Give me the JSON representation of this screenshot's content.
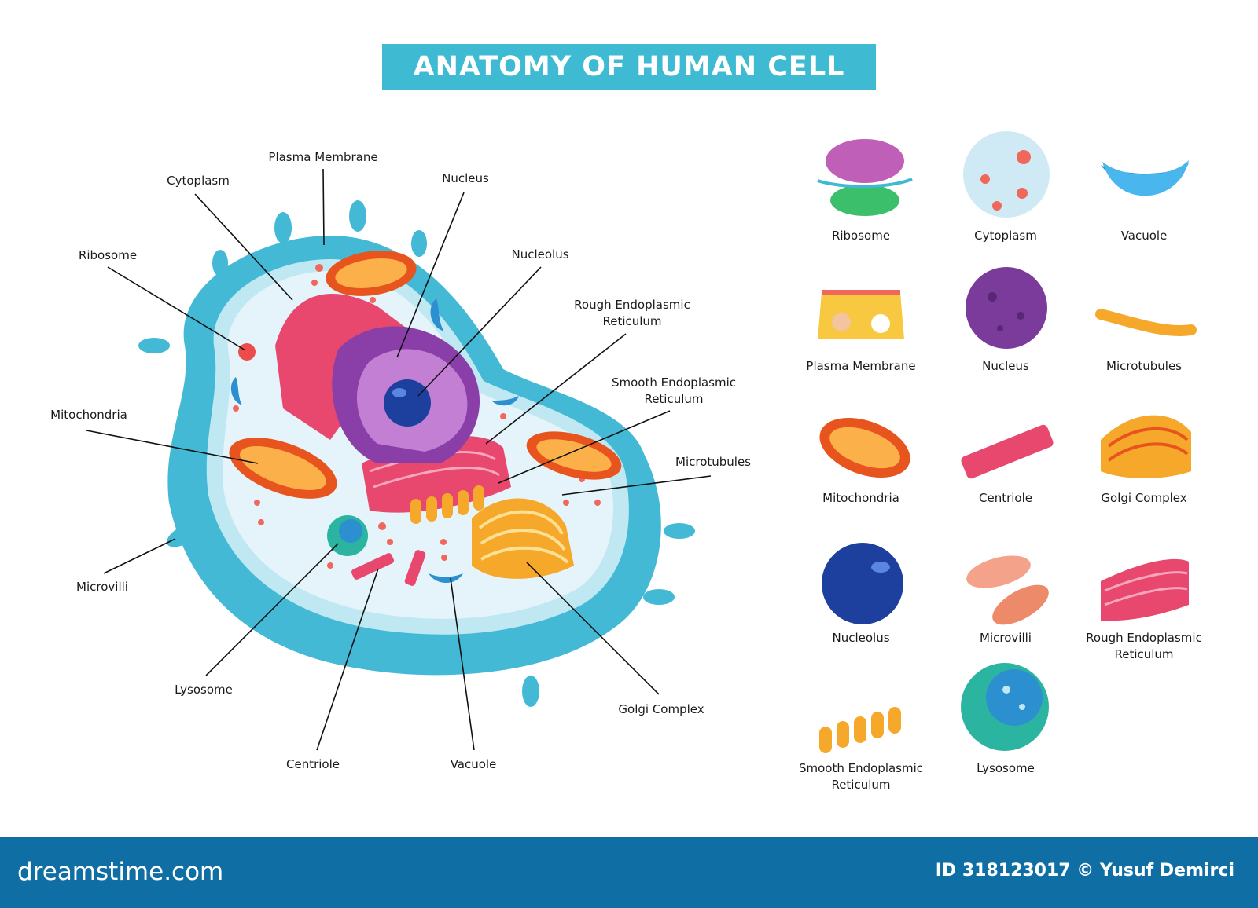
{
  "title": "ANATOMY OF HUMAN CELL",
  "colors": {
    "title_bg": "#3fbad3",
    "membrane": "#43b9d6",
    "cytoplasm": "#e4f4fa",
    "nucleus": "#7a3b9a",
    "nucleolus": "#1d3f9e",
    "mitochondria": "#f07a2b",
    "rough_er": "#e8476e",
    "golgi": "#f6a82b",
    "footer_bg": "#0f6ea3"
  },
  "diagram_labels": {
    "plasma_membrane": "Plasma Membrane",
    "cytoplasm": "Cytoplasm",
    "nucleus": "Nucleus",
    "ribosome": "Ribosome",
    "nucleolus": "Nucleolus",
    "rough_er": [
      "Rough Endoplasmic",
      "Reticulum"
    ],
    "smooth_er": [
      "Smooth Endoplasmic",
      "Reticulum"
    ],
    "mitochondria": "Mitochondria",
    "microtubules": "Microtubules",
    "microvilli": "Microvilli",
    "lysosome": "Lysosome",
    "centriole": "Centriole",
    "vacuole": "Vacuole",
    "golgi_complex": "Golgi Complex"
  },
  "legend": [
    {
      "name": "Ribosome",
      "icon": "ribosome-icon"
    },
    {
      "name": "Cytoplasm",
      "icon": "cytoplasm-icon"
    },
    {
      "name": "Vacuole",
      "icon": "vacuole-icon"
    },
    {
      "name": "Plasma Membrane",
      "icon": "plasma-membrane-icon"
    },
    {
      "name": "Nucleus",
      "icon": "nucleus-icon"
    },
    {
      "name": "Microtubules",
      "icon": "microtubules-icon"
    },
    {
      "name": "Mitochondria",
      "icon": "mitochondria-icon"
    },
    {
      "name": "Centriole",
      "icon": "centriole-icon"
    },
    {
      "name": "Golgi Complex",
      "icon": "golgi-icon"
    },
    {
      "name": "Nucleolus",
      "icon": "nucleolus-icon"
    },
    {
      "name": "Microvilli",
      "icon": "microvilli-icon"
    },
    {
      "name": [
        "Rough Endoplasmic",
        "Reticulum"
      ],
      "icon": "rough-er-icon"
    },
    {
      "name": [
        "Smooth Endoplasmic",
        "Reticulum"
      ],
      "icon": "smooth-er-icon"
    },
    {
      "name": "Lysosome",
      "icon": "lysosome-icon"
    }
  ],
  "footer": {
    "brand": "dreamstime.com",
    "credit": "ID 318123017 © Yusuf Demirci"
  }
}
